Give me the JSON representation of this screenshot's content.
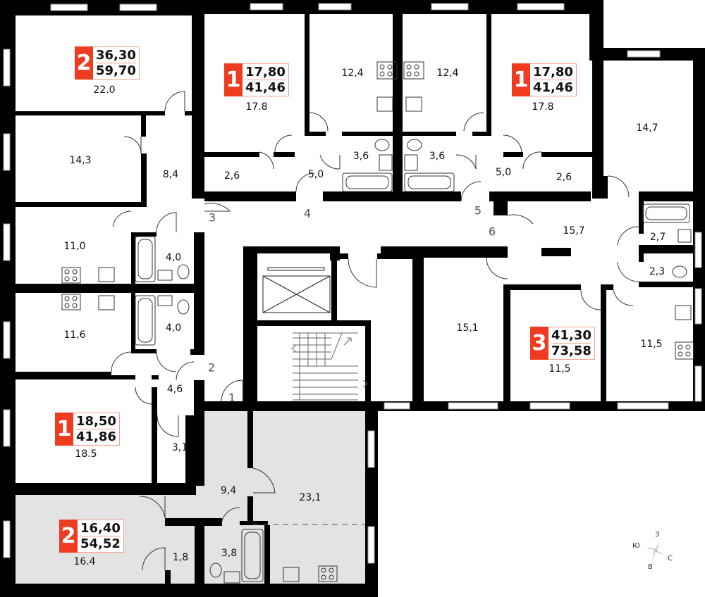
{
  "rooms": {
    "r_22_0": "22.0",
    "r_14_3": "14,3",
    "r_8_4": "8,4",
    "r_11_0": "11,0",
    "r_4_0a": "4,0",
    "r_11_6": "11,6",
    "r_4_0b": "4,0",
    "r_4_6": "4,6",
    "r_18_5": "18.5",
    "r_3_1": "3,1",
    "r_9_4": "9,4",
    "r_23_1": "23,1",
    "r_16_4": "16.4",
    "r_1_8": "1,8",
    "r_3_8": "3,8",
    "r_17_8a": "17.8",
    "r_2_6a": "2,6",
    "r_5_0a": "5,0",
    "r_12_4a": "12,4",
    "r_3_6a": "3,6",
    "r_12_4b": "12,4",
    "r_3_6b": "3,6",
    "r_17_8b": "17.8",
    "r_5_0b": "5,0",
    "r_2_6b": "2,6",
    "r_14_7": "14,7",
    "r_15_7": "15,7",
    "r_2_7": "2,7",
    "r_2_3": "2,3",
    "r_15_1": "15,1",
    "r_11_5a": "11,5",
    "r_11_5b": "11,5"
  },
  "doors": {
    "d1": "1",
    "d2": "2",
    "d3": "3",
    "d4": "4",
    "d5": "5",
    "d6": "6"
  },
  "apartments": [
    {
      "rooms": "2",
      "living": "36,30",
      "total": "59,70"
    },
    {
      "rooms": "1",
      "living": "17,80",
      "total": "41,46"
    },
    {
      "rooms": "1",
      "living": "17,80",
      "total": "41,46"
    },
    {
      "rooms": "1",
      "living": "18,50",
      "total": "41,86"
    },
    {
      "rooms": "2",
      "living": "16,40",
      "total": "54,52"
    },
    {
      "rooms": "3",
      "living": "41,30",
      "total": "73,58"
    }
  ],
  "compass": {
    "north": "С",
    "south": "Ю",
    "east": "В",
    "west": "З"
  },
  "colors": {
    "badge": "#ef3b1f",
    "wall": "#000000",
    "highlight": "#e3e3e3"
  }
}
